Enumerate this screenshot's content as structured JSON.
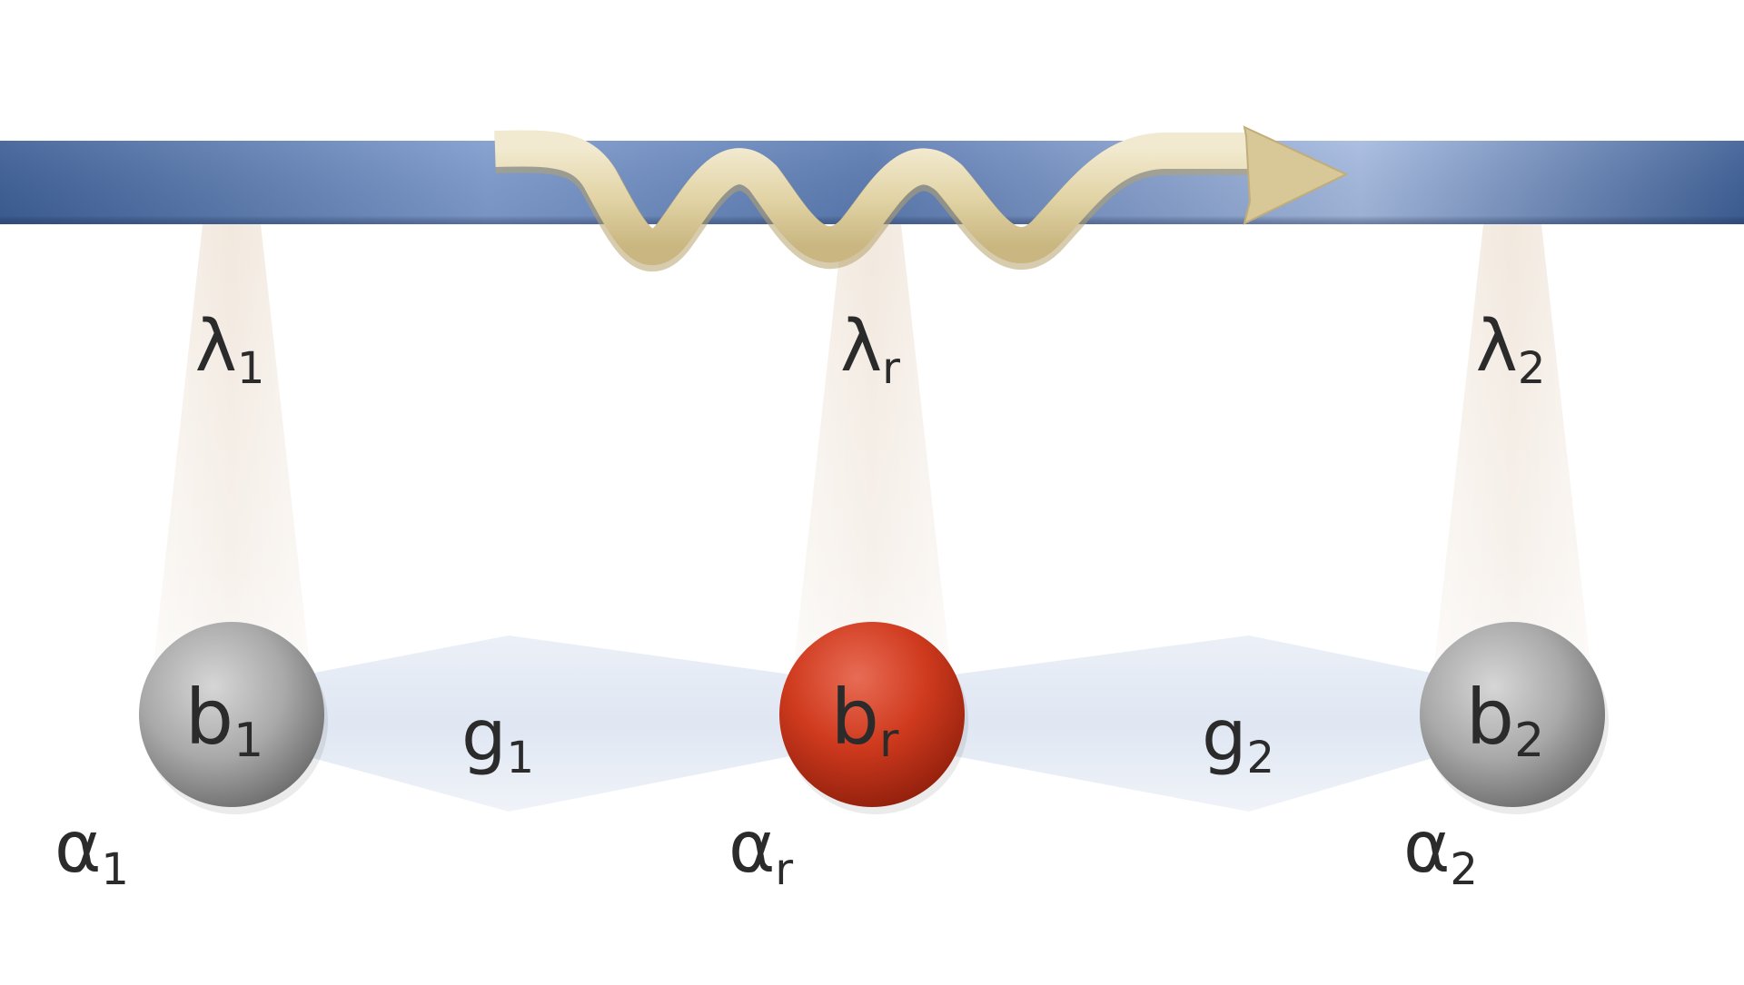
{
  "colors": {
    "waveguide": "#5f7fb5",
    "waveguide_light": "#a3b8df",
    "photon": "#e3d6a8",
    "sites": [
      "#9a9a9a",
      "#c9361c",
      "#9a9a9a"
    ],
    "beam": "#efe2d3",
    "coupling": "#dbe3f0",
    "text": "#2b2b2b"
  },
  "sites": [
    {
      "id": "b1",
      "name": "b",
      "sub": "1",
      "lambda_sym": "λ",
      "lambda_sub": "1",
      "alpha_sym": "α",
      "alpha_sub": "1",
      "color": "gray"
    },
    {
      "id": "br",
      "name": "b",
      "sub": "r",
      "lambda_sym": "λ",
      "lambda_sub": "r",
      "alpha_sym": "α",
      "alpha_sub": "r",
      "color": "red"
    },
    {
      "id": "b2",
      "name": "b",
      "sub": "2",
      "lambda_sym": "λ",
      "lambda_sub": "2",
      "alpha_sym": "α",
      "alpha_sub": "2",
      "color": "gray"
    }
  ],
  "couplings": [
    {
      "sym": "g",
      "sub": "1"
    },
    {
      "sym": "g",
      "sub": "2"
    }
  ]
}
